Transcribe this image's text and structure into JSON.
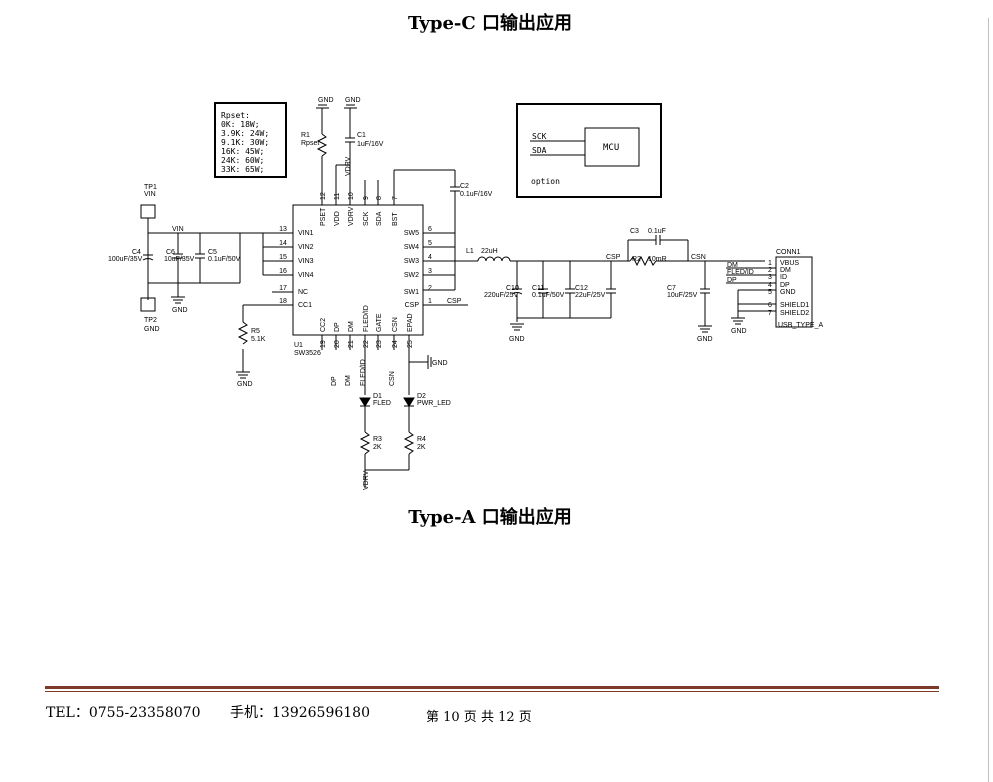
{
  "headings": {
    "typec": "Type-C 口输出应用",
    "typea": "Type-A 口输出应用"
  },
  "footer": {
    "tel": "TEL：0755-23358070",
    "mobile": "手机：13926596180",
    "page": "第 10 页 共 12 页"
  },
  "schematic": {
    "rpset_table": [
      "Rpset:",
      "0K:   18W;",
      "3.9K: 24W;",
      "9.1K: 30W;",
      "16K:  45W;",
      "24K:  60W;",
      "33K:  65W;"
    ],
    "mcu_box": {
      "sck": "SCK",
      "sda": "SDA",
      "mcu": "MCU",
      "option": "option"
    },
    "ic": {
      "ref": "U1",
      "part": "SW3526"
    },
    "left_pins": [
      {
        "num": "13",
        "name": "VIN1"
      },
      {
        "num": "14",
        "name": "VIN2"
      },
      {
        "num": "15",
        "name": "VIN3"
      },
      {
        "num": "16",
        "name": "VIN4"
      },
      {
        "num": "17",
        "name": "NC"
      },
      {
        "num": "18",
        "name": "CC1"
      }
    ],
    "right_pins": [
      {
        "num": "6",
        "name": "SW5"
      },
      {
        "num": "5",
        "name": "SW4"
      },
      {
        "num": "4",
        "name": "SW3"
      },
      {
        "num": "3",
        "name": "SW2"
      },
      {
        "num": "2",
        "name": "SW1"
      },
      {
        "num": "1",
        "name": "CSP"
      }
    ],
    "top_pins": [
      {
        "num": "12",
        "name": "PSET"
      },
      {
        "num": "11",
        "name": "VDD"
      },
      {
        "num": "10",
        "name": "VDRV"
      },
      {
        "num": "9",
        "name": "SCK"
      },
      {
        "num": "8",
        "name": "SDA"
      },
      {
        "num": "7",
        "name": "BST"
      }
    ],
    "bottom_pins": [
      {
        "num": "19",
        "name": "CC2"
      },
      {
        "num": "20",
        "name": "DP"
      },
      {
        "num": "21",
        "name": "DM"
      },
      {
        "num": "22",
        "name": "FLED/ID"
      },
      {
        "num": "23",
        "name": "GATE"
      },
      {
        "num": "24",
        "name": "CSN"
      },
      {
        "num": "25",
        "name": "EPAD"
      }
    ],
    "components": {
      "tp1": [
        "TP1",
        "VIN"
      ],
      "tp2": [
        "TP2",
        "GND"
      ],
      "c4": [
        "C4",
        "100uF/35V"
      ],
      "c6": [
        "C6",
        "10uF/35V"
      ],
      "c5": [
        "C5",
        "0.1uF/50V"
      ],
      "r1": [
        "R1",
        "Rpset"
      ],
      "c1": [
        "C1",
        "1uF/16V"
      ],
      "c2": [
        "C2",
        "0.1uF/16V"
      ],
      "l1": [
        "L1",
        "22uH"
      ],
      "c10": [
        "C10",
        "220uF/25V"
      ],
      "c11": [
        "C11",
        "0.1uF/50V"
      ],
      "c12": [
        "C12",
        "22uF/25V"
      ],
      "c3": [
        "C3",
        "0.1uF"
      ],
      "r2": [
        "R2",
        "10mR"
      ],
      "c7": [
        "C7",
        "10uF/25V"
      ],
      "r5": [
        "R5",
        "5.1K"
      ],
      "d1": [
        "D1",
        "FLED"
      ],
      "d2": [
        "D2",
        "PWR_LED"
      ],
      "r3": [
        "R3",
        "2K"
      ],
      "r4": [
        "R4",
        "2K"
      ]
    },
    "nets": {
      "vin": "VIN",
      "gnd": "GND",
      "csp": "CSP",
      "csn": "CSN",
      "vdrv": "VDRV",
      "dp": "DP",
      "dm": "DM",
      "fled": "FLED/ID",
      "gnd_epad": "GND"
    },
    "connector": {
      "ref": "CONN1",
      "part": "USB_TYPE_A",
      "pins": [
        {
          "num": "1",
          "name": "VBUS"
        },
        {
          "num": "2",
          "name": "DM"
        },
        {
          "num": "3",
          "name": "ID"
        },
        {
          "num": "4",
          "name": "DP"
        },
        {
          "num": "5",
          "name": "GND"
        },
        {
          "num": "6",
          "name": "SHIELD1"
        },
        {
          "num": "7",
          "name": "SHIELD2"
        }
      ],
      "wire_labels": [
        "DM",
        "FLED/ID",
        "DP"
      ]
    }
  }
}
